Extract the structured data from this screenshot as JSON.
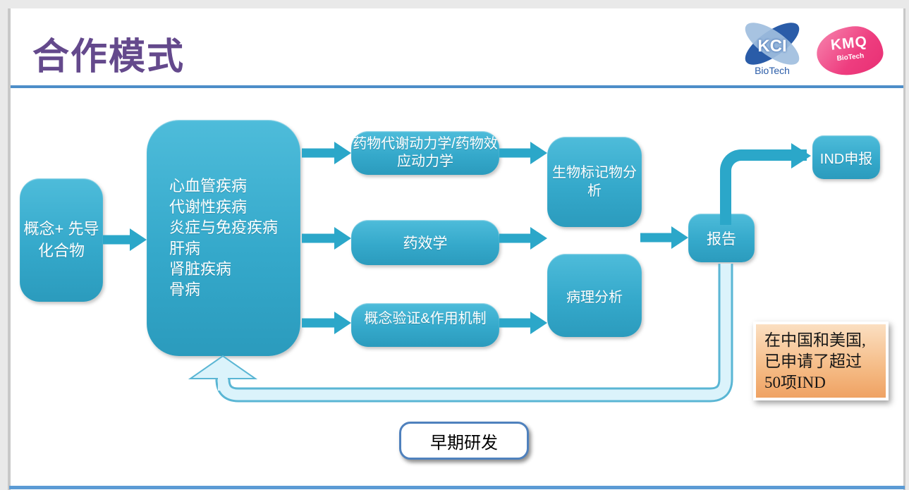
{
  "slide": {
    "title": "合作模式",
    "title_color": "#64498c",
    "accent_blue": "#5b9bd5",
    "teal_top": "#4ebcda",
    "teal_bottom": "#2b9bbd",
    "loop_fill": "#dbf3fb",
    "loop_border": "#5ab6d4",
    "callout_orange": "#efa263",
    "kmq_pink": "#ee3d7f",
    "kci_blue": "#2a5ca8"
  },
  "logos": {
    "kci": {
      "name": "KCI",
      "sub": "BioTech"
    },
    "kmq": {
      "name": "KMQ",
      "sub": "BioTech"
    }
  },
  "flow": {
    "concept_box": "概念+ 先导化合物",
    "disease_box": {
      "lines": [
        "心血管疾病",
        "代谢性疾病",
        "炎症与免疫疾病",
        "肝病",
        "肾脏疾病",
        "骨病"
      ]
    },
    "pkpd_box": "药物代谢动力学/药物效应动力学",
    "efficacy_box": "药效学",
    "poc_box": "概念验证&作用机制",
    "biomarker_box": "生物标记物分析",
    "pathology_box": "病理分析",
    "report_box": "报告",
    "ind_box": "IND申报"
  },
  "callout": {
    "text": "在中国和美国,\n已申请了超过\n50项IND"
  },
  "footer": {
    "label": "早期研发"
  }
}
